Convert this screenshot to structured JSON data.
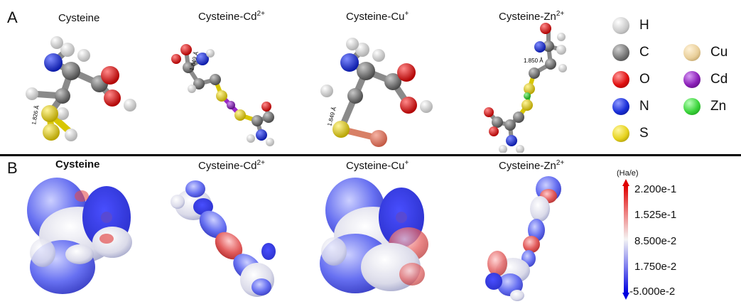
{
  "panels": {
    "a_label": "A",
    "b_label": "B"
  },
  "molecules": [
    {
      "title": "Cysteine",
      "ion_sup": "",
      "bond_label": "1.826 Å"
    },
    {
      "title": "Cysteine-Cd",
      "ion_sup": "2+",
      "bond_label": "1.849 Å"
    },
    {
      "title": "Cysteine-Cu",
      "ion_sup": "+",
      "bond_label": "1.849 Å"
    },
    {
      "title": "Cysteine-Zn",
      "ion_sup": "2+",
      "bond_label": "1.850 Å"
    }
  ],
  "legend": [
    {
      "symbol": "H",
      "color": "#f0f0f0"
    },
    {
      "symbol": "C",
      "color": "#777777"
    },
    {
      "symbol": "O",
      "color": "#e01010"
    },
    {
      "symbol": "N",
      "color": "#1a2fd8"
    },
    {
      "symbol": "S",
      "color": "#e6d21e"
    },
    {
      "symbol": "Cu",
      "color": "#e9cf9a"
    },
    {
      "symbol": "Cd",
      "color": "#8b1fb8"
    },
    {
      "symbol": "Zn",
      "color": "#3bd43b"
    }
  ],
  "colorbar": {
    "unit": "(Ha/e)",
    "ticks": [
      "2.200e-1",
      "1.525e-1",
      "8.500e-2",
      "1.750e-2",
      "-5.000e-2"
    ],
    "top_color": "#e00000",
    "mid_color": "#f4f4f4",
    "bottom_color": "#0000e0"
  }
}
